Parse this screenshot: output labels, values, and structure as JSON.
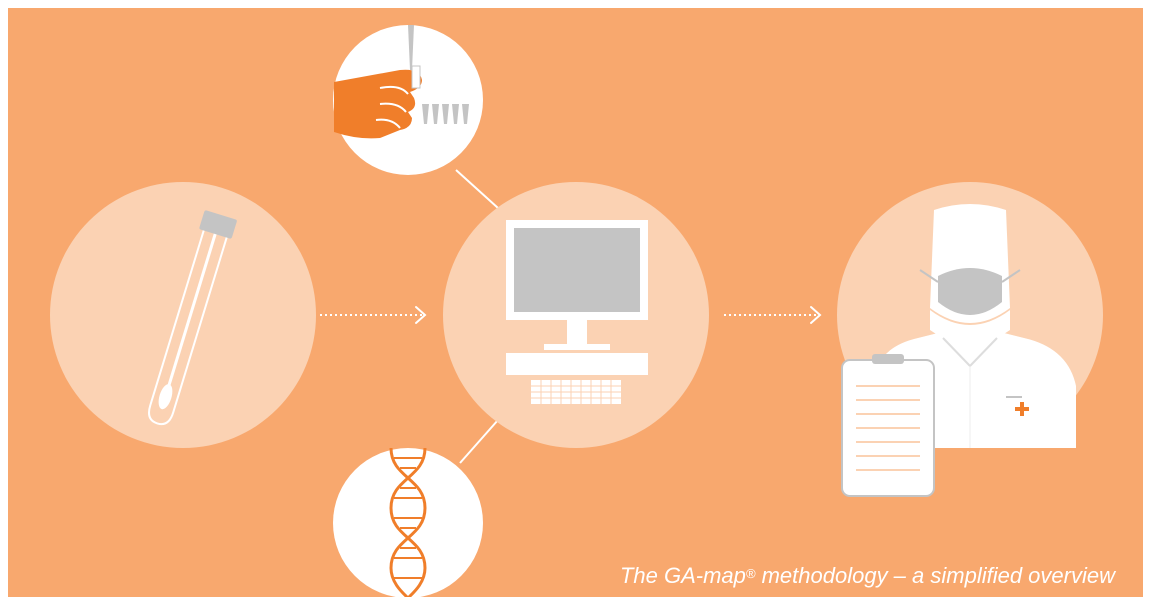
{
  "caption": {
    "title_start": "The GA-map",
    "registered": "®",
    "title_end": " methodology – a simplified overview"
  },
  "colors": {
    "background": "#F8A86E",
    "circle_light": "#FBD2B3",
    "circle_white": "#FFFFFF",
    "accent": "#F07E2A",
    "gray": "#C4C4C4",
    "arrow": "#FFFFFF"
  },
  "steps": [
    {
      "id": "sample",
      "icon": "test-tube-swab-icon"
    },
    {
      "id": "analysis",
      "icon": "computer-icon"
    },
    {
      "id": "pipetting",
      "icon": "pipette-hand-icon"
    },
    {
      "id": "dna",
      "icon": "dna-helix-icon"
    },
    {
      "id": "clinician",
      "icon": "doctor-clipboard-icon"
    }
  ]
}
